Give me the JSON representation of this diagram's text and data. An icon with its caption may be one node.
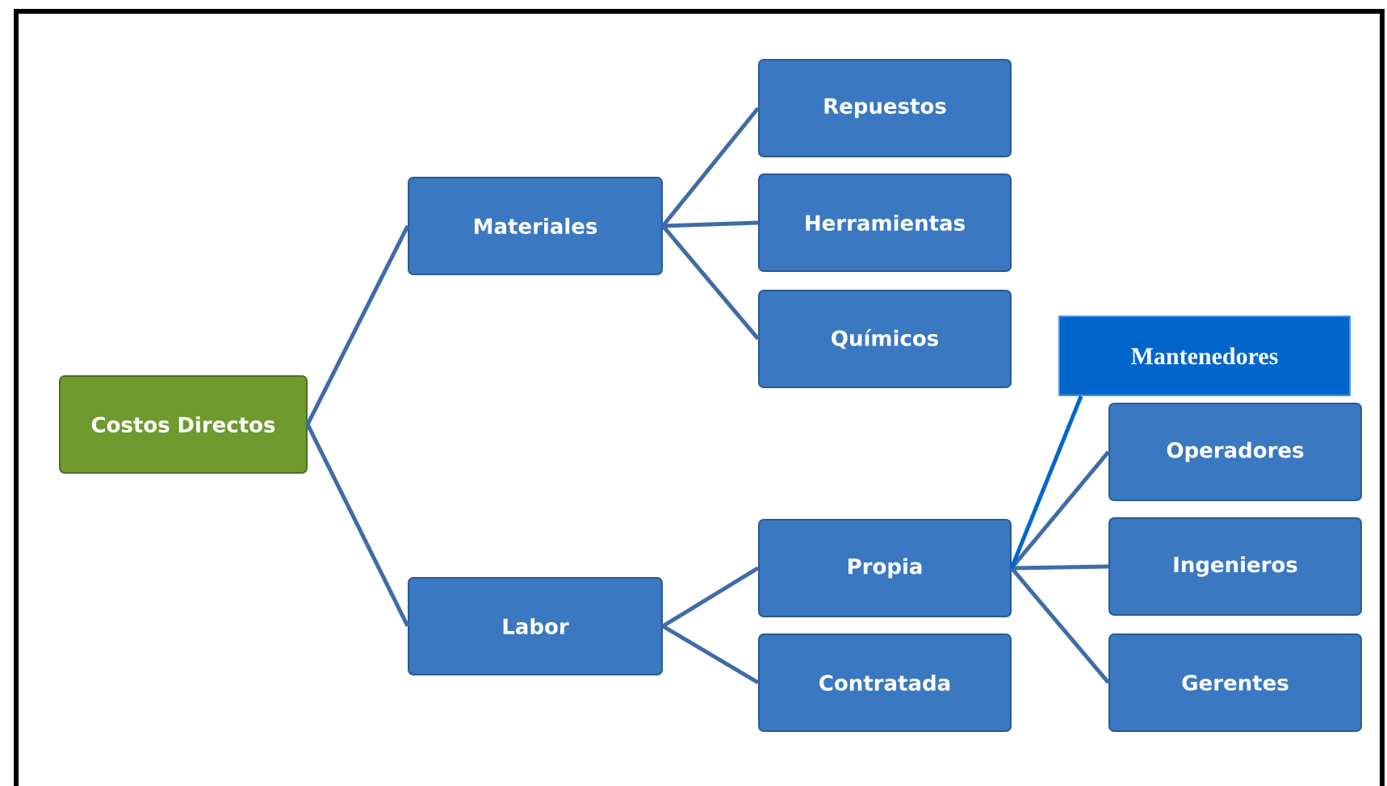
{
  "diagram": {
    "nodes": [
      {
        "text": [
          "Costos Directos"
        ]
      },
      {
        "text": [
          "Materiales"
        ]
      },
      {
        "text": [
          "Labor"
        ]
      },
      {
        "text": [
          "Repuestos"
        ]
      },
      {
        "text": [
          "Herramientas"
        ]
      },
      {
        "text": [
          "Químicos"
        ]
      },
      {
        "text": [
          "Propia"
        ]
      },
      {
        "text": [
          "Contratada"
        ]
      },
      {
        "text": [
          "Mantenedores"
        ]
      },
      {
        "text": [
          "Operadores"
        ]
      },
      {
        "text": [
          "Ingenieros"
        ]
      },
      {
        "text": [
          "Gerentes"
        ]
      }
    ],
    "edges": [
      {
        "from": 0,
        "to": 1,
        "arrow": "none"
      },
      {
        "from": 0,
        "to": 2,
        "arrow": "none"
      },
      {
        "from": 1,
        "to": 3,
        "arrow": "none"
      },
      {
        "from": 1,
        "to": 4,
        "arrow": "none"
      },
      {
        "from": 1,
        "to": 5,
        "arrow": "none"
      },
      {
        "from": 2,
        "to": 6,
        "arrow": "none"
      },
      {
        "from": 2,
        "to": 7,
        "arrow": "none"
      },
      {
        "from": 6,
        "to": 9,
        "arrow": "none"
      },
      {
        "from": 6,
        "to": 10,
        "arrow": "none"
      },
      {
        "from": 6,
        "to": 11,
        "arrow": "none"
      },
      {
        "from": 8,
        "to": 6,
        "arrow": "none",
        "color": "#0066cc"
      }
    ]
  }
}
